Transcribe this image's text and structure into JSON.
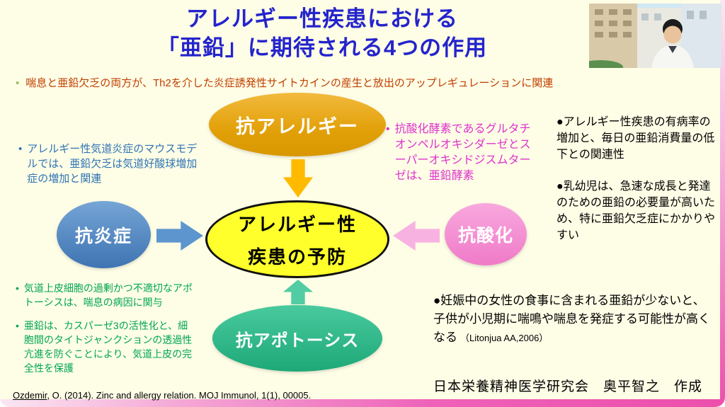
{
  "title": {
    "line1": "アレルギー性疾患における",
    "line2": "「亜鉛」に期待される4つの作用"
  },
  "intro": {
    "bullet": "•",
    "text": "喘息と亜鉛欠乏の両方が、Th2を介した炎症誘発性サイトカインの産生と放出のアップレギュレーションに関連"
  },
  "diagram": {
    "top": {
      "label": "抗アレルギー"
    },
    "left": {
      "label": "抗炎症"
    },
    "right": {
      "label": "抗酸化"
    },
    "bottom": {
      "label": "抗アポトーシス"
    },
    "center": {
      "line1": "アレルギー性",
      "line2": "疾患の予防"
    }
  },
  "notes": {
    "inflammation": {
      "bullet": "•",
      "text": "アレルギー性気道炎症のマウスモデルでは、亜鉛欠乏は気道好酸球増加症の増加と関連"
    },
    "apoptosis1": {
      "bullet": "•",
      "text": "気道上皮細胞の過剰かつ不適切なアポトーシスは、喘息の病因に関与"
    },
    "apoptosis2": {
      "bullet": "•",
      "text": "亜鉛は、カスパーゼ3の活性化と、細胞間のタイトジャンクションの透過性亢進を防ぐことにより、気道上皮の完全性を保護"
    },
    "oxidation": {
      "bullet": "•",
      "text": "抗酸化酵素であるグルタチオンペルオキシダーゼとスーパーオキシドジスムターゼは、亜鉛酵素"
    },
    "prevalence": "●アレルギー性疾患の有病率の増加と、毎日の亜鉛消費量の低下との関連性",
    "infants": "●乳幼児は、急速な成長と発達のための亜鉛の必要量が高いため、特に亜鉛欠乏症にかかりやすい",
    "pregnancy": "●妊娠中の女性の食事に含まれる亜鉛が少ないと、子供が小児期に喘鳴や喘息を発症する可能性が高くなる",
    "pregnancy_ref": "（Litonjua AA,2006）"
  },
  "footer": {
    "attribution": "日本栄養精神医学研究会　奥平智之　作成",
    "citation_author": "Ozdemir",
    "citation_rest": ", O. (2014). Zinc and allergy relation. MOJ Immunol, 1(1), 00005."
  },
  "colors": {
    "title_blue": "#2424CC",
    "intro_red": "#C04000",
    "node_anti_allergy": "#E2A008",
    "node_anti_inflammation": "#3E74B2",
    "node_anti_oxidation": "#F07AC8",
    "node_anti_apoptosis": "#1EA878",
    "center_yellow": "#FFFF2B",
    "arrow_down": "#FFBA00",
    "arrow_right": "#5D96CE",
    "arrow_left": "#F8B2E1",
    "arrow_up": "#52CCA2",
    "note_blue": "#2E74B5",
    "note_green": "#00A650",
    "note_magenta": "#DD33CC",
    "border_pink": "#EC4FAC"
  }
}
